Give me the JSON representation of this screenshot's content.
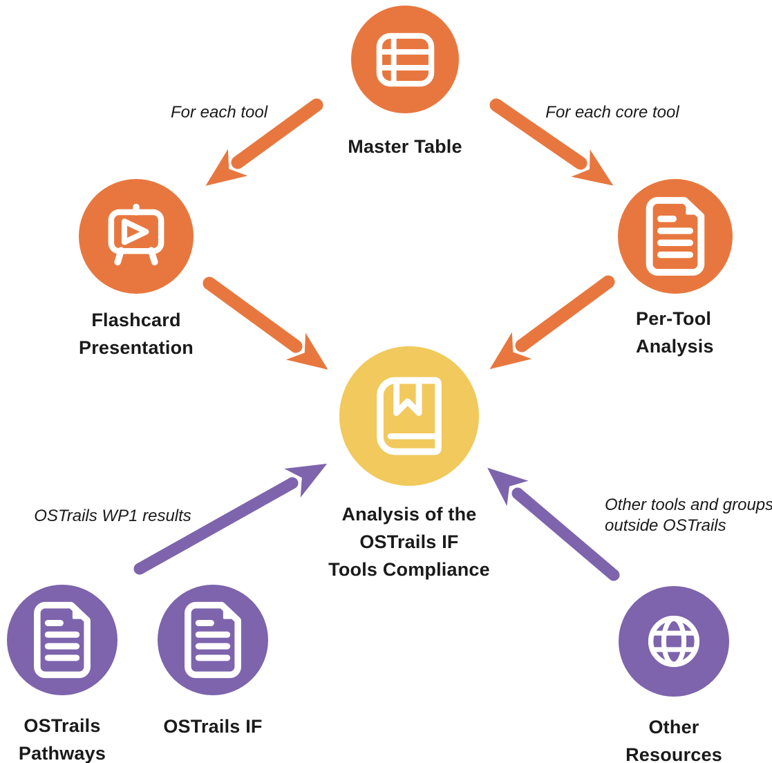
{
  "colors": {
    "orange": "#E8773F",
    "yellow": "#F1C95C",
    "purple": "#7D64AC",
    "label": "#1A1A1A",
    "background": "#FFFFFF",
    "icon": "#FFFFFF"
  },
  "nodes": {
    "master_table": {
      "label": "Master Table",
      "icon": "table-icon",
      "color": "orange"
    },
    "flashcard": {
      "label": "Flashcard\nPresentation",
      "icon": "presentation-play-icon",
      "color": "orange"
    },
    "per_tool": {
      "label": "Per-Tool\nAnalysis",
      "icon": "document-icon",
      "color": "orange"
    },
    "analysis": {
      "label": "Analysis of the\nOSTrails IF\nTools Compliance",
      "icon": "book-bookmark-icon",
      "color": "yellow"
    },
    "pathways": {
      "label": "OSTrails\nPathways",
      "icon": "document-icon",
      "color": "purple"
    },
    "ostrails_if": {
      "label": "OSTrails IF",
      "icon": "document-icon",
      "color": "purple"
    },
    "other_resources": {
      "label": "Other\nResources",
      "icon": "globe-icon",
      "color": "purple"
    }
  },
  "captions": {
    "for_each_tool": "For each tool",
    "for_each_core_tool": "For each core tool",
    "wp1_results": "OSTrails WP1 results",
    "other_tools": "Other tools and groups\noutside OSTrails"
  },
  "arrows": [
    {
      "from": "master_table",
      "to": "flashcard",
      "color": "orange",
      "caption": "For each tool"
    },
    {
      "from": "master_table",
      "to": "per_tool",
      "color": "orange",
      "caption": "For each core tool"
    },
    {
      "from": "flashcard",
      "to": "analysis",
      "color": "orange",
      "caption": ""
    },
    {
      "from": "per_tool",
      "to": "analysis",
      "color": "orange",
      "caption": ""
    },
    {
      "from": "pathways_and_ostrails_if",
      "to": "analysis",
      "color": "purple",
      "caption": "OSTrails WP1 results"
    },
    {
      "from": "other_resources",
      "to": "analysis",
      "color": "purple",
      "caption": "Other tools and groups outside OSTrails"
    }
  ]
}
